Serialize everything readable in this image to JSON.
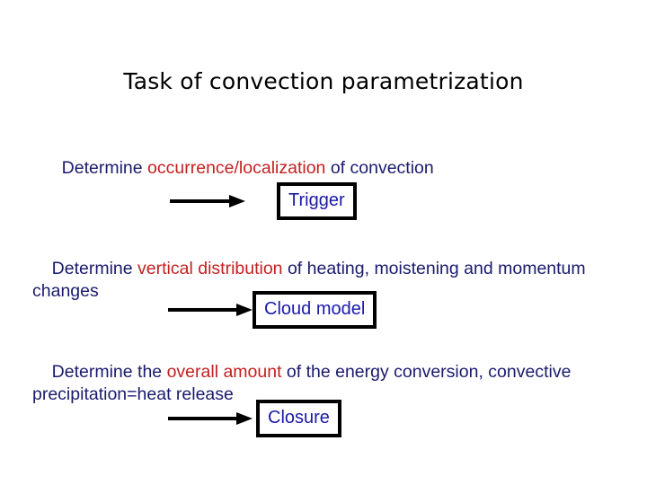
{
  "slide": {
    "title": "Task of convection parametrization",
    "background_color": "#ffffff",
    "text_color": "#1a1a6e",
    "highlight_color": "#c42020",
    "box_text_color": "#1a1aa8",
    "box_border_color": "#000000",
    "arrow_color": "#000000"
  },
  "statements": [
    {
      "id": "stmt-1",
      "parts": [
        {
          "text": "Determine ",
          "highlight": false
        },
        {
          "text": "occurrence/localization",
          "highlight": true
        },
        {
          "text": " of convection",
          "highlight": false
        }
      ]
    },
    {
      "id": "stmt-2",
      "parts": [
        {
          "text": "Determine ",
          "highlight": false
        },
        {
          "text": "vertical distribution",
          "highlight": true
        },
        {
          "text": " of heating, moistening and momentum changes",
          "highlight": false
        }
      ]
    },
    {
      "id": "stmt-3",
      "parts": [
        {
          "text": "Determine the ",
          "highlight": false
        },
        {
          "text": "overall amount",
          "highlight": true
        },
        {
          "text": " of the energy conversion, convective precipitation=heat release",
          "highlight": false
        }
      ]
    }
  ],
  "flow": [
    {
      "id": "row-trigger",
      "arrow": "right-arrow-icon",
      "label": "Trigger"
    },
    {
      "id": "row-cloud",
      "arrow": "right-arrow-icon",
      "label": "Cloud model"
    },
    {
      "id": "row-closure",
      "arrow": "right-arrow-icon",
      "label": "Closure"
    }
  ]
}
